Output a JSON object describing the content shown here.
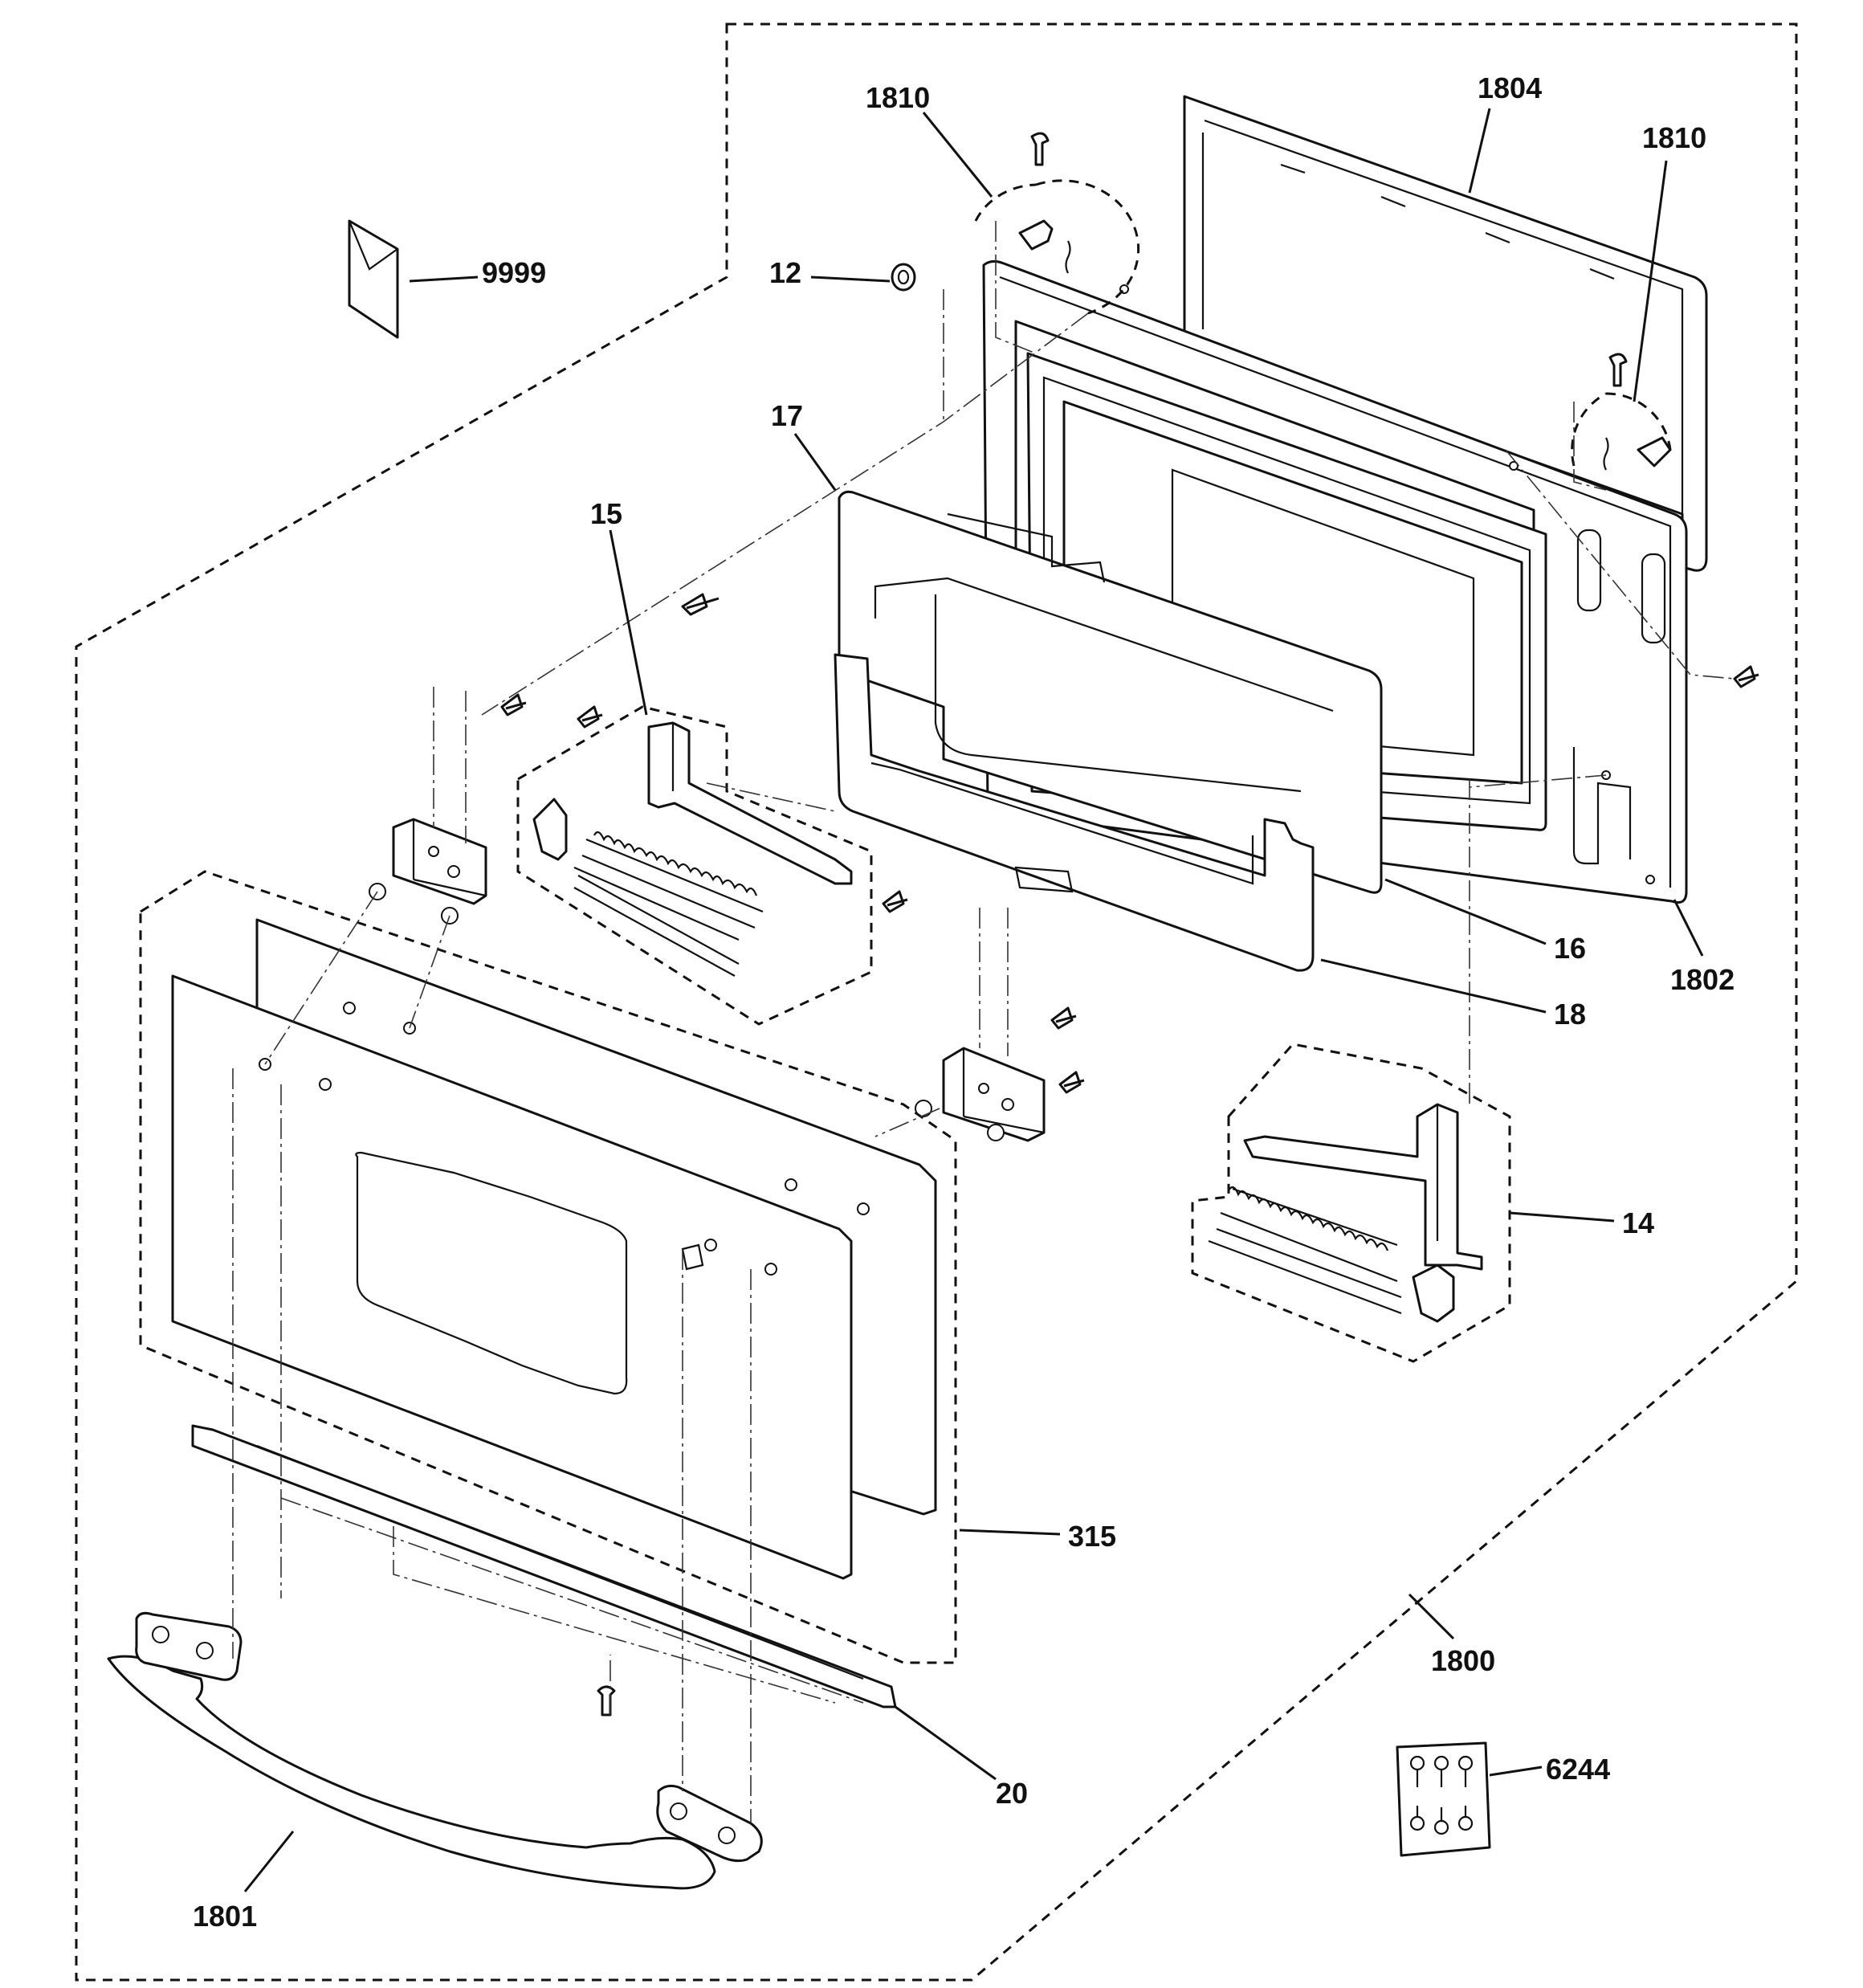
{
  "callouts": {
    "c1810a": "1810",
    "c1804": "1804",
    "c1810b": "1810",
    "c9999": "9999",
    "c12": "12",
    "c17": "17",
    "c15": "15",
    "c16": "16",
    "c1802": "1802",
    "c18": "18",
    "c14": "14",
    "c315": "315",
    "c1800": "1800",
    "c6244": "6244",
    "c20": "20",
    "c1801": "1801"
  }
}
